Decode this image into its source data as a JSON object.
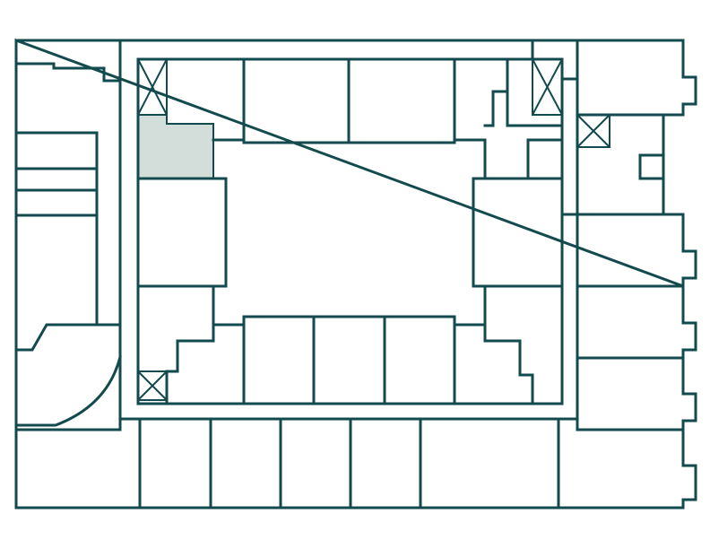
{
  "floor_plan": {
    "colors": {
      "wall": "#124a4e",
      "background": "#ffffff",
      "highlight_fill": "#d3ddd9"
    },
    "highlighted_room": "suite-northwest-corner",
    "elements": [
      "outer-building-wall",
      "inner-core-walls",
      "courtyard",
      "elevator-shafts",
      "highlighted-unit"
    ]
  }
}
